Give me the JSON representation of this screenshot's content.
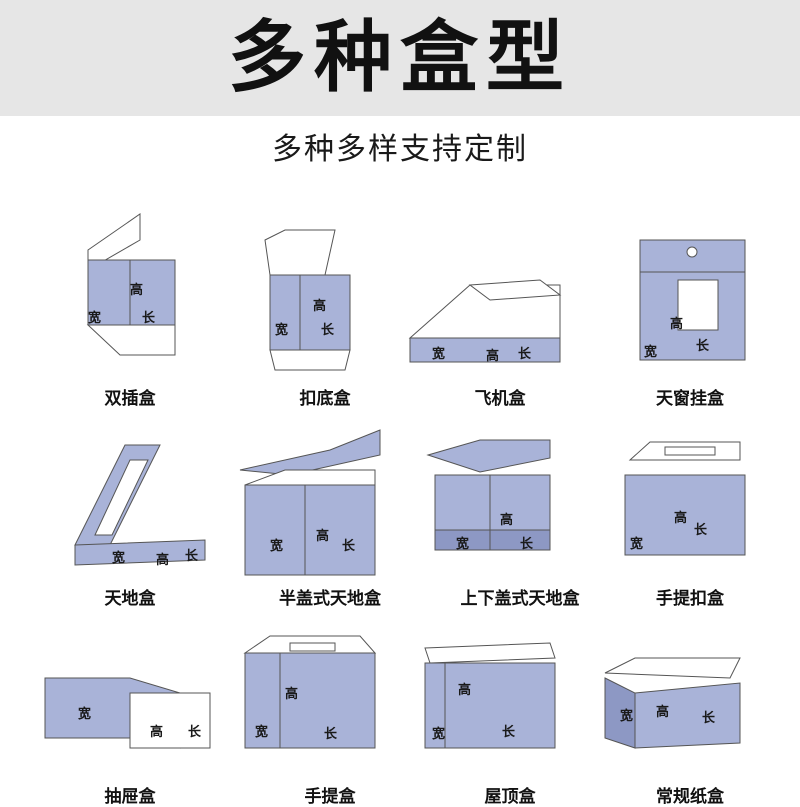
{
  "header": {
    "title": "多种盒型",
    "subtitle": "多种多样支持定制"
  },
  "colors": {
    "box_fill": "#a9b3d8",
    "box_side": "#8d98c4",
    "outline": "#555555",
    "header_bg": "#e6e6e6"
  },
  "dims": {
    "width": "宽",
    "height": "高",
    "length": "长"
  },
  "boxes": [
    {
      "name": "双插盒"
    },
    {
      "name": "扣底盒"
    },
    {
      "name": "飞机盒"
    },
    {
      "name": "天窗挂盒"
    },
    {
      "name": "天地盒"
    },
    {
      "name": "半盖式天地盒"
    },
    {
      "name": "上下盖式天地盒"
    },
    {
      "name": "手提扣盒"
    },
    {
      "name": "抽屉盒"
    },
    {
      "name": "手提盒"
    },
    {
      "name": "屋顶盒"
    },
    {
      "name": "常规纸盒"
    }
  ]
}
